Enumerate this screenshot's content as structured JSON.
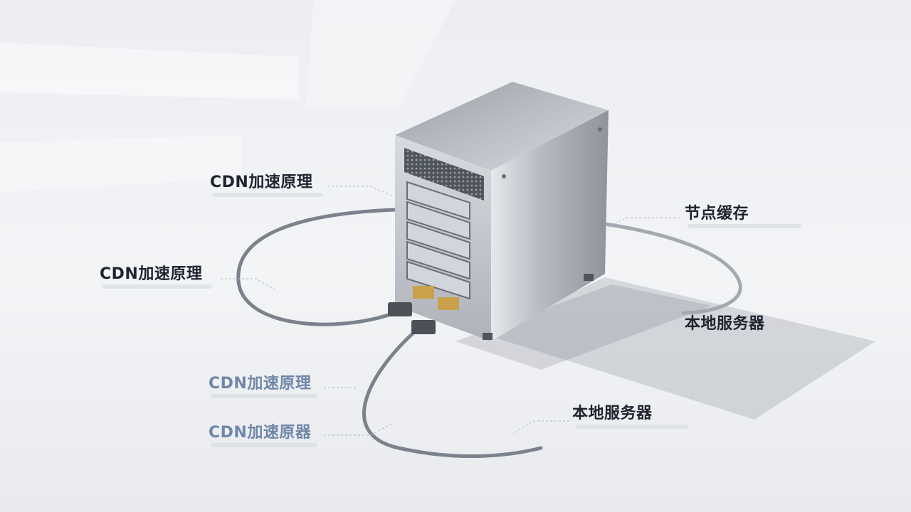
{
  "labels": {
    "l1": "CDN加速原理",
    "l2": "节点缓存",
    "l3": "CDN加速原理",
    "l4": "本地服务器",
    "l5": "CDN加速原理",
    "l6": "本地服务器",
    "l7": "CDN加速原器"
  },
  "colors": {
    "label_text": "#1e2430",
    "label_faded": "#6f87a8",
    "server_body": "#c9ccd2",
    "background": "#eef0f3"
  }
}
